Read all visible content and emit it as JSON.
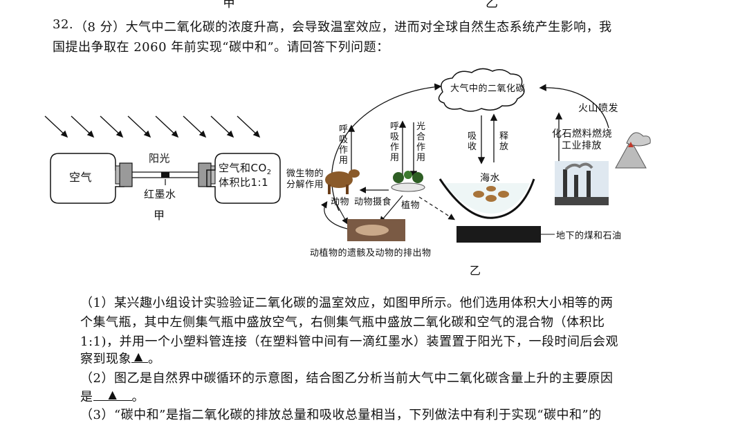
{
  "top_labels": {
    "left": "甲",
    "right": "乙"
  },
  "question": {
    "number": "32.",
    "line1": "（8 分）大气中二氧化碳的浓度升高，会导致温室效应，进而对全球自然生态系统产生影响，我",
    "line2": "国提出争取在 2060 年前实现“碳中和”。请回答下列问题："
  },
  "figure_jia": {
    "sunlight": "阳光",
    "left_bottle": "空气",
    "right_bottle_line1": "空气和CO",
    "right_bottle_sub": "2",
    "right_bottle_line2": "体积比1:1",
    "ink": "红墨水",
    "caption": "甲"
  },
  "figure_yi": {
    "cloud": "大气中的二氧化碳",
    "volcano": "火山喷发",
    "respiration_animal": "呼吸作用",
    "respiration_plant": "呼吸作用",
    "photosynthesis": "光合作用",
    "absorb": "吸收",
    "release": "释放",
    "fossil": "化石燃料燃烧",
    "industry": "工业排放",
    "microbe_line1": "微生物的",
    "microbe_line2": "分解作用",
    "animal": "动物",
    "feeding": "动物摄食",
    "plant": "植物",
    "sea": "海水",
    "remains": "动植物的遗骸及动物的排出物",
    "coal": "地下的煤和石油",
    "caption": "乙"
  },
  "sub1": {
    "line1": "（1）某兴趣小组设计实验验证二氧化碳的温室效应，如图甲所示。他们选用体积大小相等的两",
    "line2": "个集气瓶，其中左侧集气瓶中盛放空气，右侧集气瓶中盛放二氧化碳和空气的混合物（体积比",
    "line3": "1:1)，并用一个小塑料管连接（在塑料管中间有一滴红墨水）装置置于阳光下，一段时间后会观",
    "line4_text": "察到现象",
    "line4_end": "。",
    "triangle": "▲"
  },
  "sub2": {
    "line1": "（2）图乙是自然界中碳循环的示意图，结合图乙分析当前大气中二氧化碳含量上升的主要原因",
    "line2_text": "是",
    "line2_end": "。",
    "triangle": "▲"
  },
  "sub3": {
    "line1": "（3）“碳中和”是指二氧化碳的排放总量和吸收总量相当，下列做法中有利于实现“碳中和”的"
  }
}
